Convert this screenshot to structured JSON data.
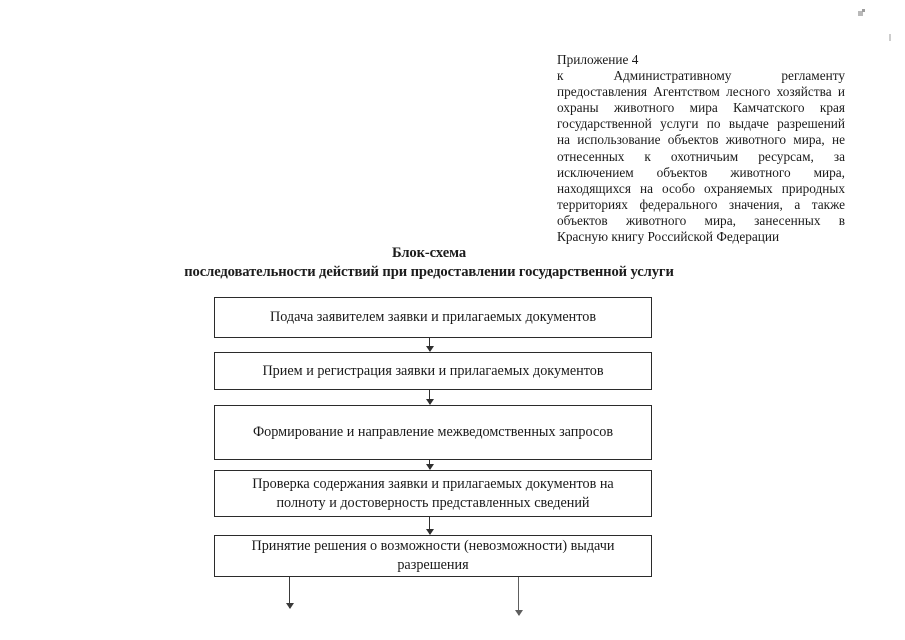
{
  "document": {
    "header": {
      "appendix_label": "Приложение 4",
      "lines": [
        "к Административному регламенту",
        "предоставления Агентством лесного хозяйства и",
        "охраны животного мира Камчатского края",
        "государственной услуги по выдаче разрешений",
        "на использование объектов животного мира, не",
        "отнесенных к охотничьим ресурсам, за",
        "исключением объектов животного мира,",
        "находящихся на особо охраняемых природных",
        "территориях федерального значения, а также",
        "объектов животного мира, занесенных в",
        "Красную книгу Российской Федерации"
      ]
    },
    "title": "Блок-схема",
    "subtitle": "последовательности действий при предоставлении государственной услуги",
    "flowchart": {
      "steps": [
        {
          "label": "Подача заявителем заявки и прилагаемых документов"
        },
        {
          "label": "Прием и регистрация заявки и прилагаемых документов"
        },
        {
          "label": "Формирование и направление межведомственных запросов"
        },
        {
          "label": "Проверка содержания заявки и прилагаемых документов на полноту и достоверность представленных сведений"
        },
        {
          "label": "Принятие решения о возможности (невозможности) выдачи разрешения"
        }
      ],
      "connectors": [
        {
          "name": "arrow-step1-to-step2"
        },
        {
          "name": "arrow-step2-to-step3"
        },
        {
          "name": "arrow-step3-to-step4"
        },
        {
          "name": "arrow-step4-to-step5"
        }
      ],
      "branches": [
        {
          "name": "branch-arrow-left"
        },
        {
          "name": "branch-arrow-right"
        }
      ]
    }
  }
}
